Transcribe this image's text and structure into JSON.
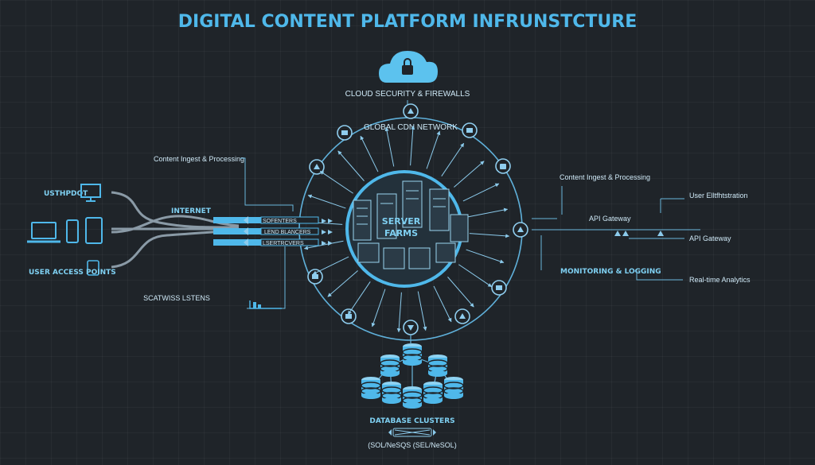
{
  "title": "DIGITAL CONTENT PLATFORM INFRUNSTCTURE",
  "cloud": {
    "label": "CLOUD SECURITY & FIREWALLS"
  },
  "ring": {
    "label": "GLOBAL CDN NETWORK"
  },
  "core": {
    "line1": "SERVER",
    "line2": "FARMS"
  },
  "left": {
    "ingest": "Content Ingest & Processing",
    "desktop": "USTHPDOT",
    "internet": "INTERNET",
    "access": "USER ACCESS POINTS",
    "bars": [
      "SOFENTERS",
      "LEND BLANCERS",
      "LSERTRCVERS"
    ],
    "bottom": "SCATWISS LSTENS"
  },
  "right": {
    "ingest": "Content Ingest & Processing",
    "auth": "User Elltfhtstration",
    "gateway1": "API Gateway",
    "gateway2": "API Gateway",
    "monitoring": "MONITORING & LOGGING",
    "analytics": "Real-time Analytics"
  },
  "database": {
    "label": "DATABASE CLUSTERS",
    "sub": "(SOL/NeSQS (SEL/NeSOL)"
  },
  "colors": {
    "accent": "#4fb8ea",
    "line": "#6ab6dc",
    "dark": "#1f2429"
  },
  "icons": {
    "cloud": "cloud-lock-icon",
    "desktop": "desktop-monitor-icon",
    "laptop": "laptop-icon",
    "phone": "phone-icon",
    "tablet": "tablet-icon",
    "server": "server-rack-icon",
    "database": "database-cylinder-icon"
  }
}
